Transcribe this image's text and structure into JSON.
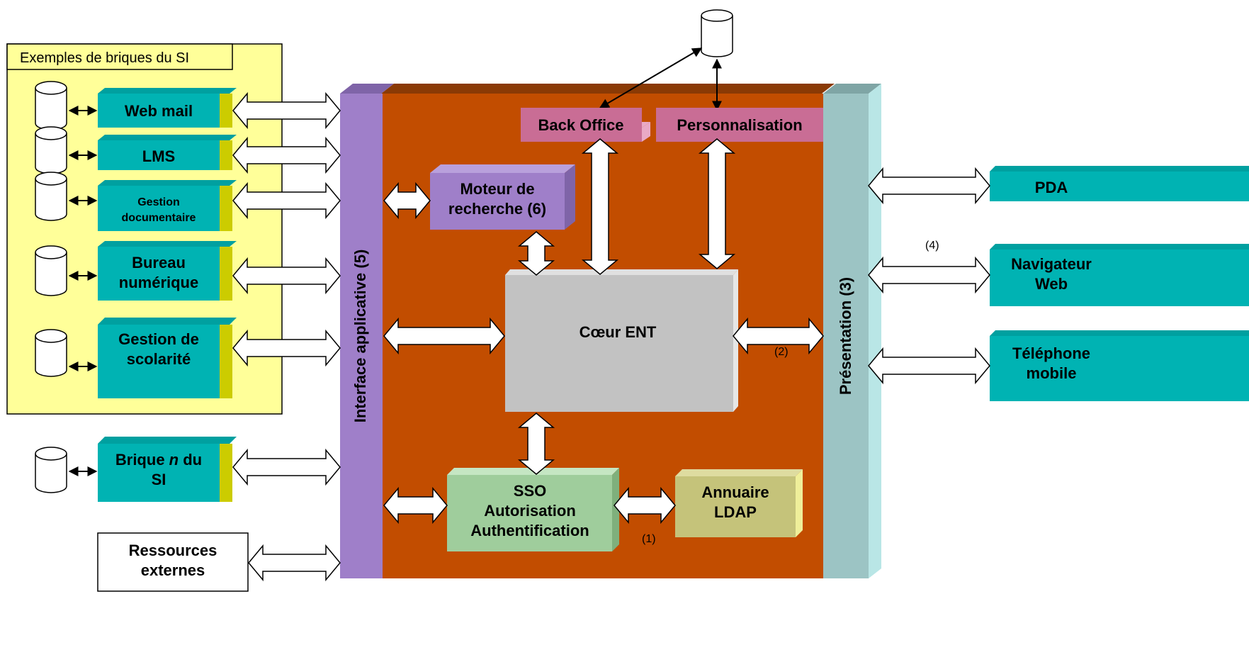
{
  "si_group": {
    "title": "Exemples de briques du SI"
  },
  "bricks": [
    {
      "id": "webmail",
      "lines": [
        "Web mail"
      ]
    },
    {
      "id": "lms",
      "lines": [
        "LMS"
      ]
    },
    {
      "id": "gestion-doc",
      "lines": [
        "Gestion",
        "documentaire"
      ]
    },
    {
      "id": "bureau",
      "lines": [
        "Bureau",
        "numérique"
      ]
    },
    {
      "id": "scolarite",
      "lines": [
        "Gestion de",
        "scolarité"
      ]
    },
    {
      "id": "brique-n",
      "lines": [
        "Brique ",
        "n",
        " du",
        "SI"
      ]
    }
  ],
  "ressources": {
    "lines": [
      "Ressources",
      "externes"
    ]
  },
  "interface": {
    "label": "Interface applicative (5)"
  },
  "presentation": {
    "label": "Présentation (3)"
  },
  "back_office": {
    "label": "Back Office"
  },
  "personnalisation": {
    "label": "Personnalisation"
  },
  "moteur": {
    "lines": [
      "Moteur de",
      "recherche (6)"
    ]
  },
  "coeur": {
    "label": "Cœur ENT"
  },
  "sso": {
    "lines": [
      "SSO",
      "Autorisation",
      "Authentification"
    ]
  },
  "annuaire": {
    "lines": [
      "Annuaire",
      "LDAP"
    ]
  },
  "devices": [
    {
      "id": "pda",
      "lines": [
        "PDA"
      ]
    },
    {
      "id": "navigateur",
      "lines": [
        "Navigateur",
        "Web"
      ]
    },
    {
      "id": "telephone",
      "lines": [
        "Téléphone",
        "mobile"
      ]
    }
  ],
  "notes": {
    "n1": "(1)",
    "n2": "(2)",
    "n4": "(4)"
  },
  "colors": {
    "si_bg": "#ffff99",
    "core_bg": "#c24d00",
    "brick": "#00b3b3",
    "brick_side": "#cccc00",
    "interface": "#9f7fc9",
    "presentation": "#9cc4c4",
    "pink": "#c96d95",
    "coeur": "#c2c2c2",
    "sso": "#9fcd9c",
    "annuaire": "#c5c37a"
  }
}
